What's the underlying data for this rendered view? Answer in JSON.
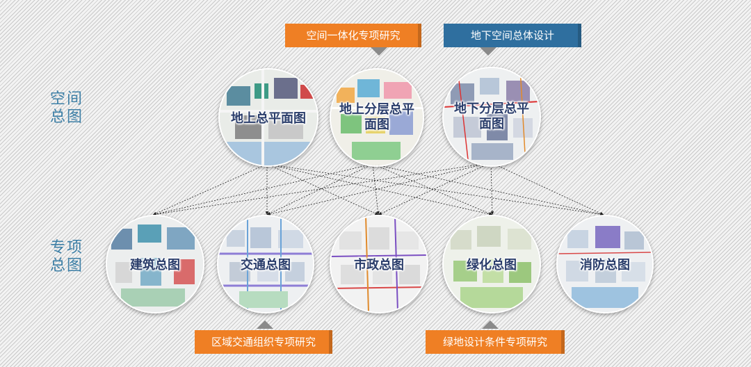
{
  "side_labels": {
    "space": [
      "空间",
      "总图"
    ],
    "special": [
      "专项",
      "总图"
    ]
  },
  "top_tags": [
    {
      "label": "空间一体化专项研究",
      "color": "#ef7f24"
    },
    {
      "label": "地下空间总体设计",
      "color": "#2f6f9f"
    }
  ],
  "bottom_tags": [
    {
      "label": "区域交通组织专项研究",
      "color": "#ef7f24"
    },
    {
      "label": "绿地设计条件专项研究",
      "color": "#ef7f24"
    }
  ],
  "space_plans": [
    {
      "label": "地上总平面图",
      "icon": "site-plan-map-icon"
    },
    {
      "label": "地上分层总平面图",
      "icon": "layered-plan-map-icon"
    },
    {
      "label": "地下分层总平面图",
      "icon": "underground-plan-map-icon"
    }
  ],
  "special_plans": [
    {
      "label": "建筑总图",
      "icon": "building-plan-map-icon"
    },
    {
      "label": "交通总图",
      "icon": "traffic-plan-map-icon"
    },
    {
      "label": "市政总图",
      "icon": "municipal-plan-map-icon"
    },
    {
      "label": "绿化总图",
      "icon": "greening-plan-map-icon"
    },
    {
      "label": "消防总图",
      "icon": "fire-plan-map-icon"
    }
  ],
  "connections": "each space plan links to every special plan"
}
